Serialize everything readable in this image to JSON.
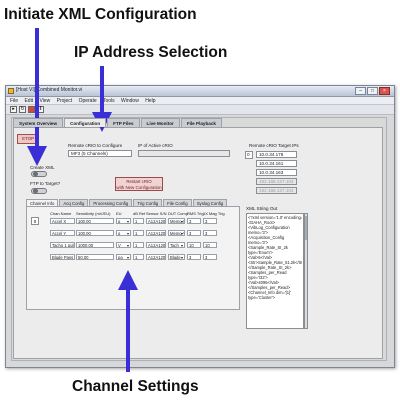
{
  "callouts": {
    "xml_config": "Initiate XML Configuration",
    "ip_selection": "IP Address Selection",
    "channel_settings": "Channel Settings"
  },
  "window": {
    "title": "[Host VI] Combined Monitor.vi",
    "menu": [
      "File",
      "Edit",
      "View",
      "Project",
      "Operate",
      "Tools",
      "Window",
      "Help"
    ]
  },
  "tabs": [
    "System Overview",
    "Configuration",
    "FTP Files",
    "Live Monitor",
    "File Playback"
  ],
  "config": {
    "stop_label": "STOP",
    "remote_crio_label": "Remote cRIO to Configure",
    "remote_crio_value": "MF3 (5 Channels)",
    "active_ip_label": "IP of Active cRIO",
    "active_ip_value": "",
    "create_xml_label": "Create XML",
    "ftp_label": "FTP to Target?",
    "restart_label_1": "Restart cRIO",
    "restart_label_2": "with New Configuration",
    "target_ips_label": "Remote cRIO Target IPs",
    "target_index": "0",
    "target_ips": [
      "10.0.34.178",
      "10.0.34.161",
      "10.0.34.163",
      "192.168.137.103",
      "192.168.137.104"
    ]
  },
  "subtabs": [
    "Channel Info",
    "Acq Config",
    "Processing Config",
    "Trig Config",
    "File Config",
    "Syslog Config"
  ],
  "channel_table": {
    "index": "0",
    "headers": [
      "Chan Name",
      "Sensitivity (mV/EU)",
      "EU",
      "dB Ref",
      "Sensor S/N",
      "DUT Comp",
      "RMS Trig",
      "1X Mag Trig"
    ],
    "rows": [
      [
        "Accel X",
        "100.00",
        "g",
        "1",
        "A12A120",
        "Memo X",
        "3",
        "3"
      ],
      [
        "Accel Y",
        "100.00",
        "g",
        "1",
        "A12A120",
        "Memo Y",
        "3",
        "3"
      ],
      [
        "Tacho 1 pulse",
        "1000.00",
        "V",
        "1",
        "A12A120",
        "Tach",
        "10",
        "10"
      ],
      [
        "Blade Pass",
        "50.00",
        "pa",
        "1",
        "A12A120",
        "Blade",
        "3",
        "3"
      ]
    ]
  },
  "xml_string": {
    "label": "XML String Out",
    "lines": [
      "<?xml version='1.0' encoding='UTF-8'?>",
      "<DAHA_Root>",
      "  <VibLog_Configuration",
      "   memo='3'>",
      "   <Acquisition_Config",
      "    memo='3'>",
      "     <Sample_Rate_SI_2k",
      "      type='Enum'>",
      "      <Val>5</Val>",
      "      <Str>Sample_Rate_51.2k</Str>",
      "     </Sample_Rate_SI_2k>",
      "     <Samples_per_Read",
      "      type='I32'>",
      "      <Val>4096</Val>",
      "     </Samples_per_Read>",
      "   <Channel_Info dim='[1]'",
      "    type='Cluster'>"
    ]
  }
}
